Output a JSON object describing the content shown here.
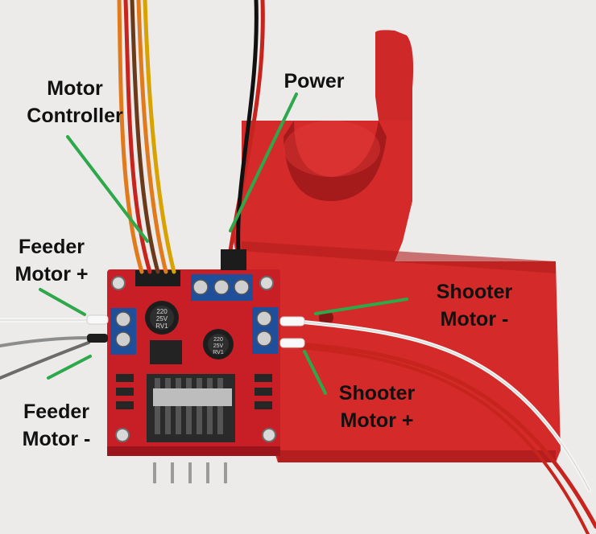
{
  "labels": {
    "motor_controller": {
      "line1": "Motor",
      "line2": "Controller"
    },
    "power": "Power",
    "feeder_plus": {
      "line1": "Feeder",
      "line2": "Motor +"
    },
    "feeder_minus": {
      "line1": "Feeder",
      "line2": "Motor -"
    },
    "shooter_minus": {
      "line1": "Shooter",
      "line2": "Motor -"
    },
    "shooter_plus": {
      "line1": "Shooter",
      "line2": "Motor +"
    }
  },
  "board": {
    "capacitor_text": {
      "line1": "220",
      "line2": "25V",
      "line3": "RV1"
    }
  },
  "colors": {
    "background": "#ecebea",
    "bracket": "#d42a2a",
    "board": "#c81f26",
    "terminal": "#1f4f9a",
    "heatsink": "#bdbdbd",
    "pointer": "#2ea84a",
    "wire_red": "#c8241e",
    "wire_orange": "#e07a1c",
    "wire_brown": "#6a3a1a",
    "wire_white": "#f4f4f2"
  }
}
